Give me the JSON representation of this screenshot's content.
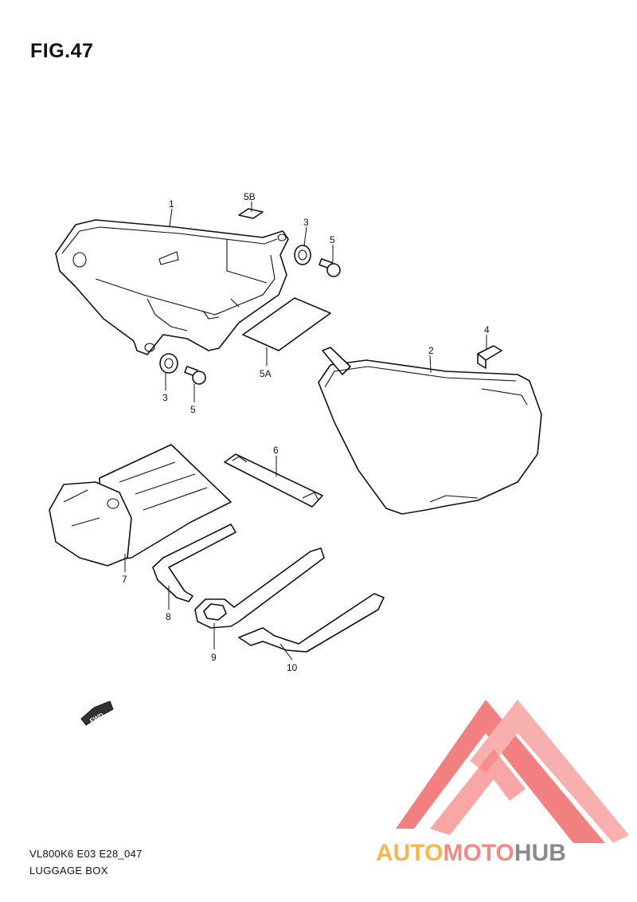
{
  "figure": {
    "title": "FIG.47"
  },
  "callouts": {
    "c1": "1",
    "c5b": "5B",
    "c3a": "3",
    "c5a": "5",
    "c3b": "3",
    "c5c": "5",
    "c5A": "5A",
    "c4": "4",
    "c2": "2",
    "c6": "6",
    "c7": "7",
    "c8": "8",
    "c9": "9",
    "c10": "10"
  },
  "fwd_label": "FWD",
  "footer": {
    "code": "VL800K6 E03 E28_047",
    "name": "LUGGAGE BOX"
  },
  "watermark": {
    "parts": [
      "AUTO",
      "MOTO",
      "HUB"
    ],
    "colors": {
      "auto": "#f5b74a",
      "moto": "#f08a86",
      "hub": "#8a8a8a",
      "triangle": "#f26a6a"
    }
  }
}
